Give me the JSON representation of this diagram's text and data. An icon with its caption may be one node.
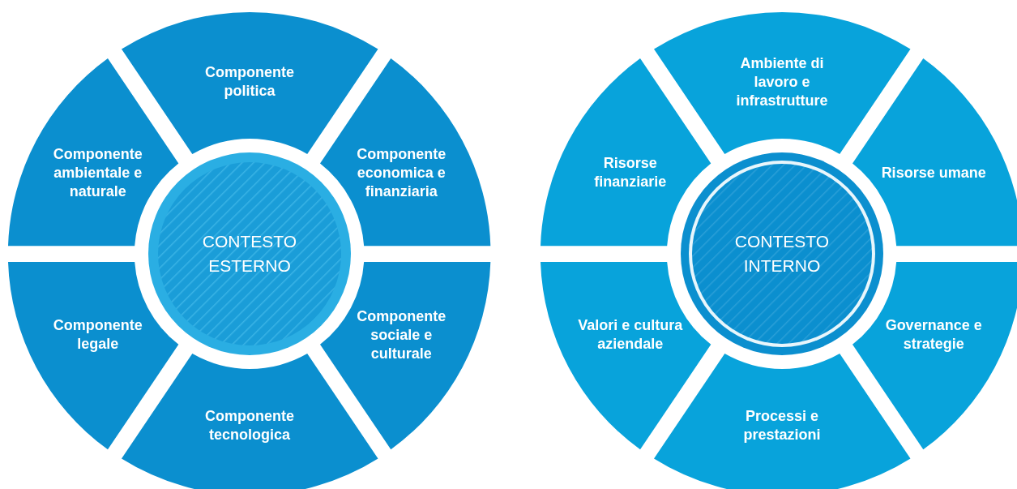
{
  "diagram": {
    "nodes": [
      {
        "text": [
          "CONTESTO ESTERNO"
        ]
      },
      {
        "text": [
          "Componente politica"
        ]
      },
      {
        "text": [
          "Componente ambientale e naturale"
        ]
      },
      {
        "text": [
          "Componente economica e finanziaria"
        ]
      },
      {
        "text": [
          "Componente legale"
        ]
      },
      {
        "text": [
          "Componente sociale e culturale"
        ]
      },
      {
        "text": [
          "Componente tecnologica"
        ]
      },
      {
        "text": [
          "CONTESTO INTERNO"
        ]
      },
      {
        "text": [
          "Ambiente di lavoro e infrastrutture"
        ]
      },
      {
        "text": [
          "Risorse finanziarie"
        ]
      },
      {
        "text": [
          "Risorse umane"
        ]
      },
      {
        "text": [
          "Valori e cultura aziendale"
        ]
      },
      {
        "text": [
          "Governance e strategie"
        ]
      },
      {
        "text": [
          "Processi e prestazioni"
        ]
      }
    ],
    "edges": []
  }
}
